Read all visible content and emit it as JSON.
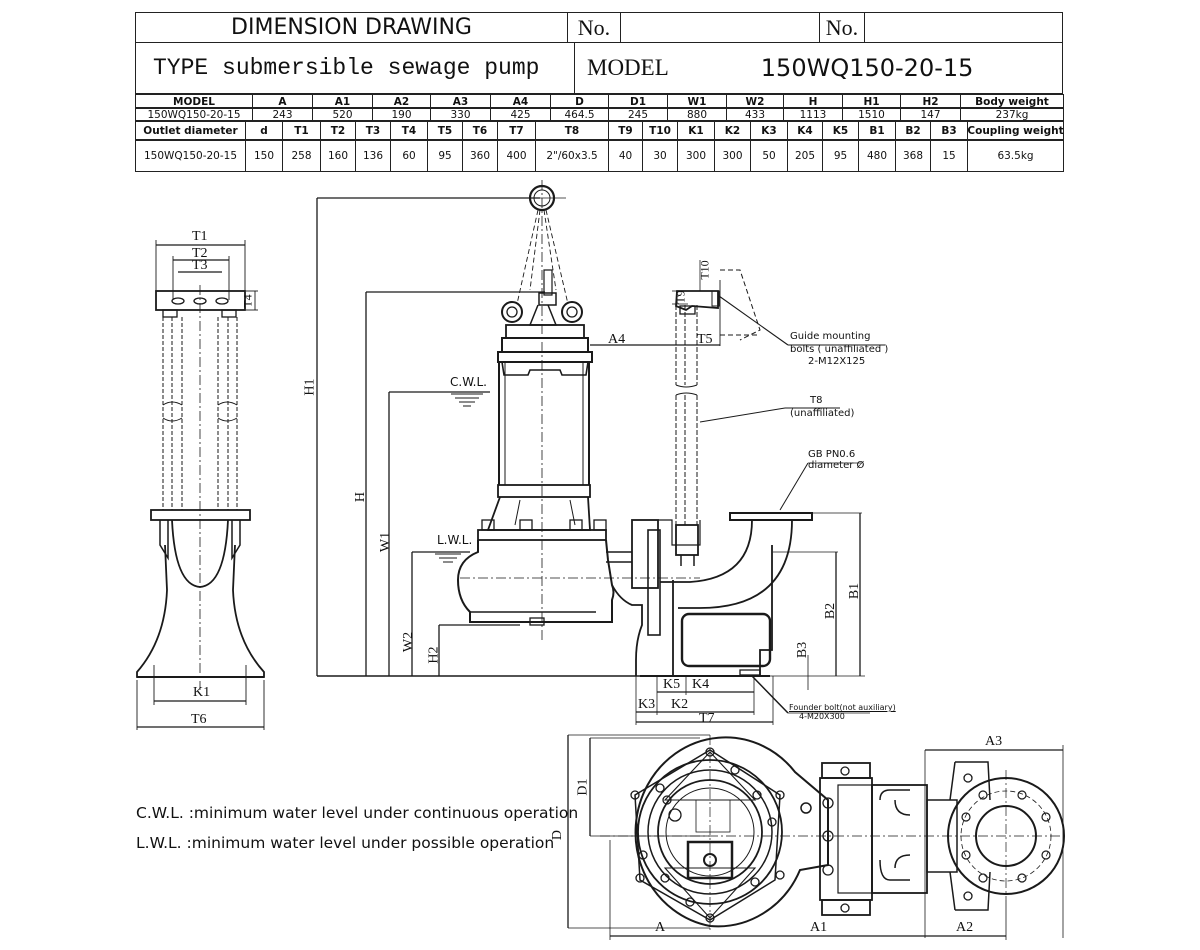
{
  "header": {
    "title": "DIMENSION DRAWING",
    "no_label_1": "No.",
    "no_value_1": "",
    "no_label_2": "No.",
    "no_value_2": "",
    "type_label": "TYPE submersible sewage pump",
    "model_label": "MODEL",
    "model_value": "150WQ150-20-15"
  },
  "table": {
    "row1_headers": [
      "MODEL",
      "A",
      "A1",
      "A2",
      "A3",
      "A4",
      "D",
      "D1",
      "W1",
      "W2",
      "H",
      "H1",
      "H2",
      "Body weight"
    ],
    "row1_values": [
      "150WQ150-20-15",
      "243",
      "520",
      "190",
      "330",
      "425",
      "464.5",
      "245",
      "880",
      "433",
      "1113",
      "1510",
      "147",
      "237kg"
    ],
    "row2_headers": [
      "Outlet diameter",
      "d",
      "T1",
      "T2",
      "T3",
      "T4",
      "T5",
      "T6",
      "T7",
      "T8",
      "T9",
      "T10",
      "K1",
      "K2",
      "K3",
      "K4",
      "K5",
      "B1",
      "B2",
      "B3",
      "Coupling weight"
    ],
    "row2_values": [
      "150WQ150-20-15",
      "150",
      "258",
      "160",
      "136",
      "60",
      "95",
      "360",
      "400",
      "2\"/60x3.5",
      "40",
      "30",
      "300",
      "300",
      "50",
      "205",
      "95",
      "480",
      "368",
      "15",
      "63.5kg"
    ]
  },
  "drawing": {
    "side_view": {
      "labels": {
        "T1": "T1",
        "T2": "T2",
        "T3": "T3",
        "T4": "T4",
        "K1": "K1",
        "T6": "T6"
      }
    },
    "front_view": {
      "labels": {
        "H1": "H1",
        "H": "H",
        "W1": "W1",
        "W2": "W2",
        "H2": "H2",
        "A4": "A4",
        "T5": "T5",
        "T9": "T9",
        "T10": "T10",
        "B1": "B1",
        "B2": "B2",
        "B3": "B3",
        "K5": "K5",
        "K4": "K4",
        "K3": "K3",
        "K2": "K2",
        "T7": "T7",
        "CWL": "C.W.L.",
        "LWL": "L.W.L."
      },
      "notes": {
        "guide_bolts_line1": "Guide mounting",
        "guide_bolts_line2": "bolts ( unaffiliated )",
        "guide_bolts_spec": "2-M12X125",
        "t8_label": "T8",
        "t8_note": "(unaffiliated)",
        "flange_line1": "GB PN0.6",
        "flange_line2": "diameter Ø",
        "founder_line1": "Founder bolt(not auxiliary)",
        "founder_spec": "4-M20X300"
      }
    },
    "plan_view": {
      "labels": {
        "D": "D",
        "D1": "D1",
        "A": "A",
        "A1": "A1",
        "A2": "A2",
        "A3": "A3"
      }
    }
  },
  "legend": {
    "cwl": "C.W.L. :minimum water level under continuous operation",
    "lwl": "L.W.L. :minimum water level under possible operation"
  }
}
